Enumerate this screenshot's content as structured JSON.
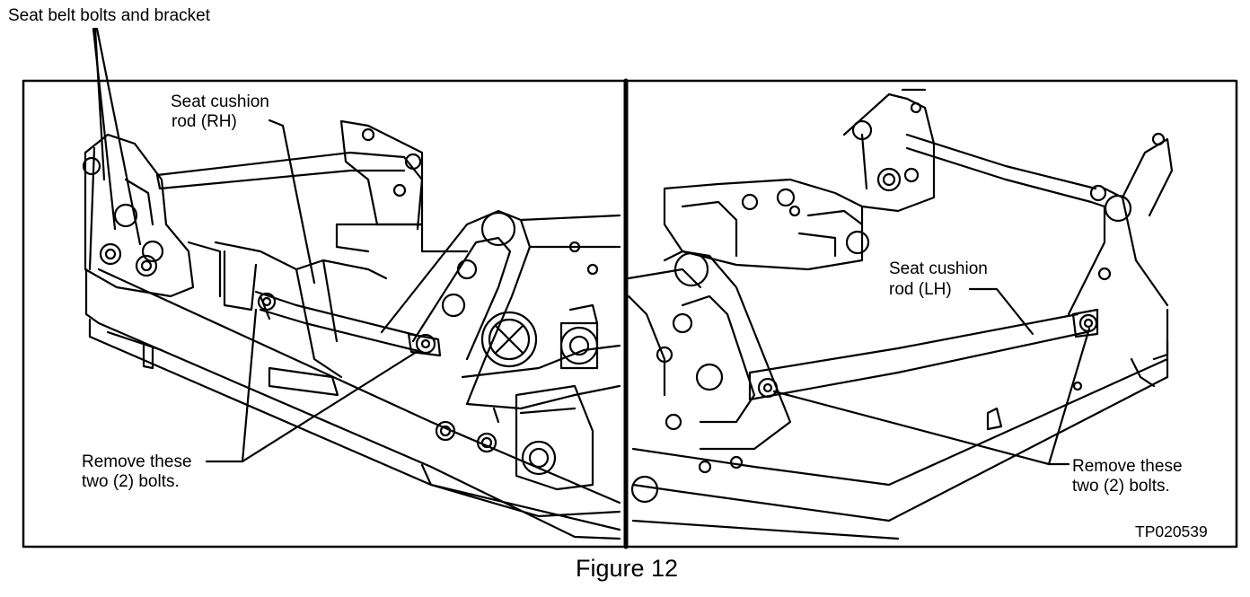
{
  "figure": {
    "caption": "Figure 12",
    "code": "TP020539"
  },
  "left_panel": {
    "labels": {
      "seat_belt": "Seat belt bolts and bracket",
      "rod_line1": "Seat cushion",
      "rod_line2": "rod (RH)",
      "remove_line1": "Remove these",
      "remove_line2": "two (2) bolts."
    }
  },
  "right_panel": {
    "labels": {
      "rod_line1": "Seat cushion",
      "rod_line2": "rod (LH)",
      "remove_line1": "Remove these",
      "remove_line2": "two (2) bolts."
    }
  }
}
